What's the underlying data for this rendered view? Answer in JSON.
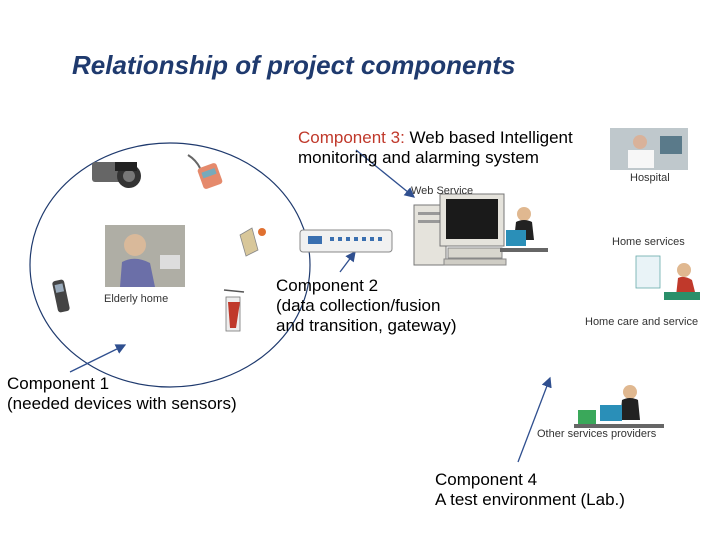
{
  "title": "Relationship of project components",
  "component3": {
    "prefix": "Component 3:",
    "rest": " Web based Intelligent",
    "line2": "monitoring and alarming system"
  },
  "component2": {
    "line1": "Component 2",
    "line2": "(data collection/fusion",
    "line3": "and transition, gateway)"
  },
  "component1": {
    "line1": "Component 1",
    "line2": "(needed devices with sensors)"
  },
  "component4": {
    "line1": "Component 4",
    "line2": "A test environment (Lab.)"
  },
  "labels": {
    "web_service": "Web Service",
    "hospital": "Hospital",
    "home_services": "Home services",
    "home_care": "Home care and service",
    "other_providers": "Other services providers",
    "elderly_home": "Elderly home"
  },
  "colors": {
    "title": "#1f3a6e",
    "arrow": "#2f4f8f",
    "circle": "#1f3a6e"
  }
}
